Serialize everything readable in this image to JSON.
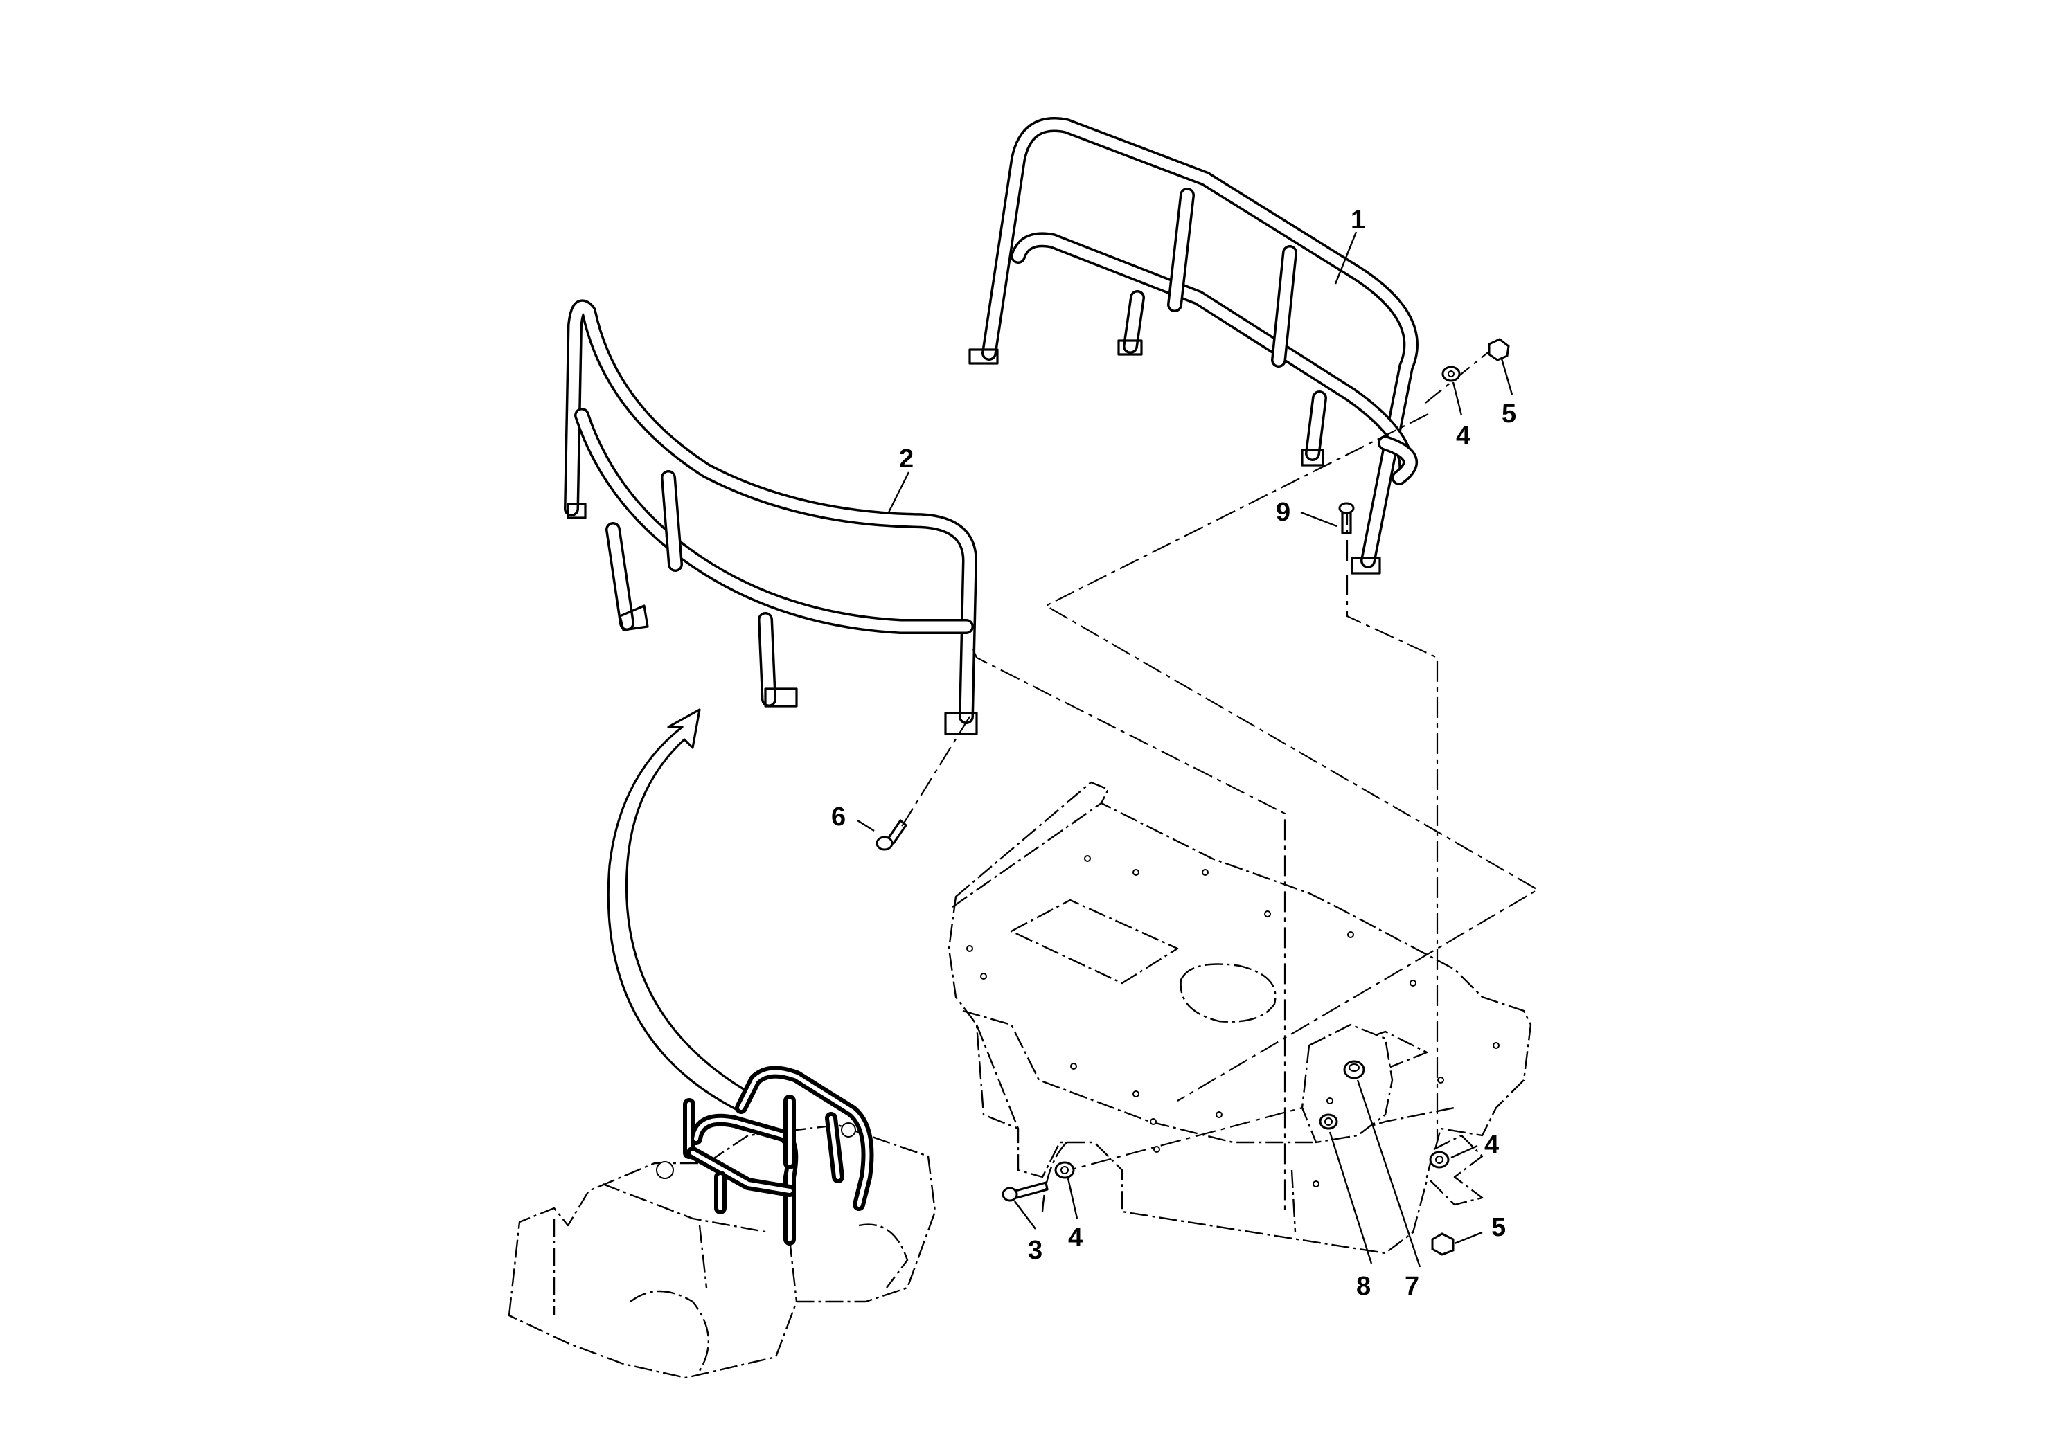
{
  "diagram": {
    "type": "exploded-parts-view",
    "callouts": [
      {
        "id": "c1",
        "label": "1"
      },
      {
        "id": "c2",
        "label": "2"
      },
      {
        "id": "c3",
        "label": "3"
      },
      {
        "id": "c4a",
        "label": "4"
      },
      {
        "id": "c4b",
        "label": "4"
      },
      {
        "id": "c4c",
        "label": "4"
      },
      {
        "id": "c5a",
        "label": "5"
      },
      {
        "id": "c5b",
        "label": "5"
      },
      {
        "id": "c6",
        "label": "6"
      },
      {
        "id": "c7",
        "label": "7"
      },
      {
        "id": "c8",
        "label": "8"
      },
      {
        "id": "c9",
        "label": "9"
      }
    ]
  }
}
